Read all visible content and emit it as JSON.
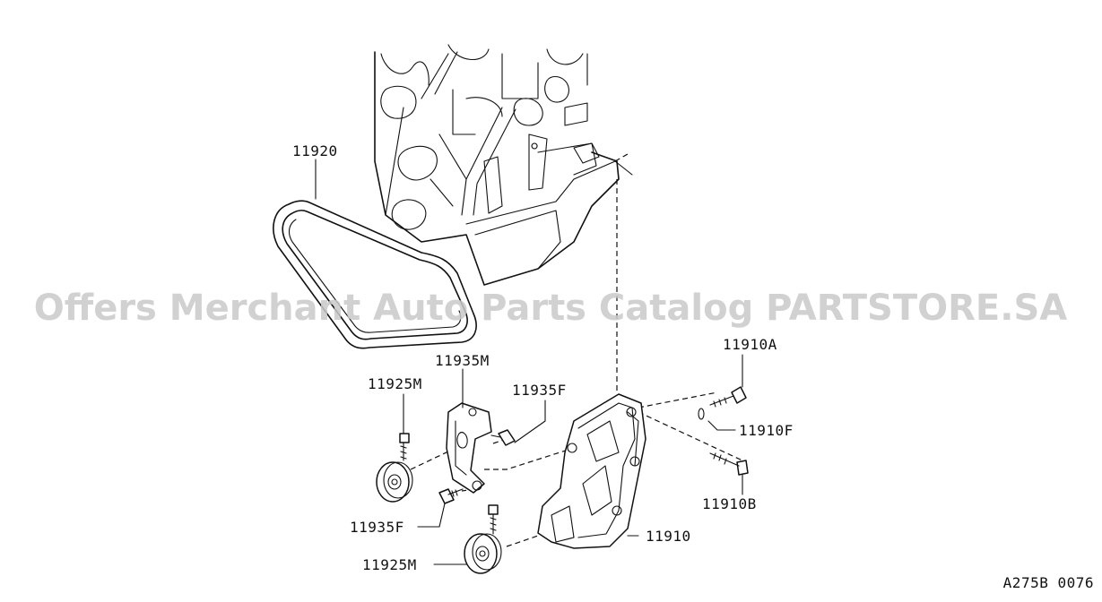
{
  "watermark": "Offers Merchant Auto Parts Catalog PARTSTORE.SA",
  "diagram_code": "A275B 0076",
  "callouts": {
    "belt": "11920",
    "bracket_left": "11935M",
    "pulley_upper": "11925M",
    "bolt_upper": "11935F",
    "bolt_top_right": "11910A",
    "washer": "11910F",
    "bolt_right": "11910B",
    "bolt_lower": "11935F",
    "main_bracket": "11910",
    "pulley_lower": "11925M"
  }
}
